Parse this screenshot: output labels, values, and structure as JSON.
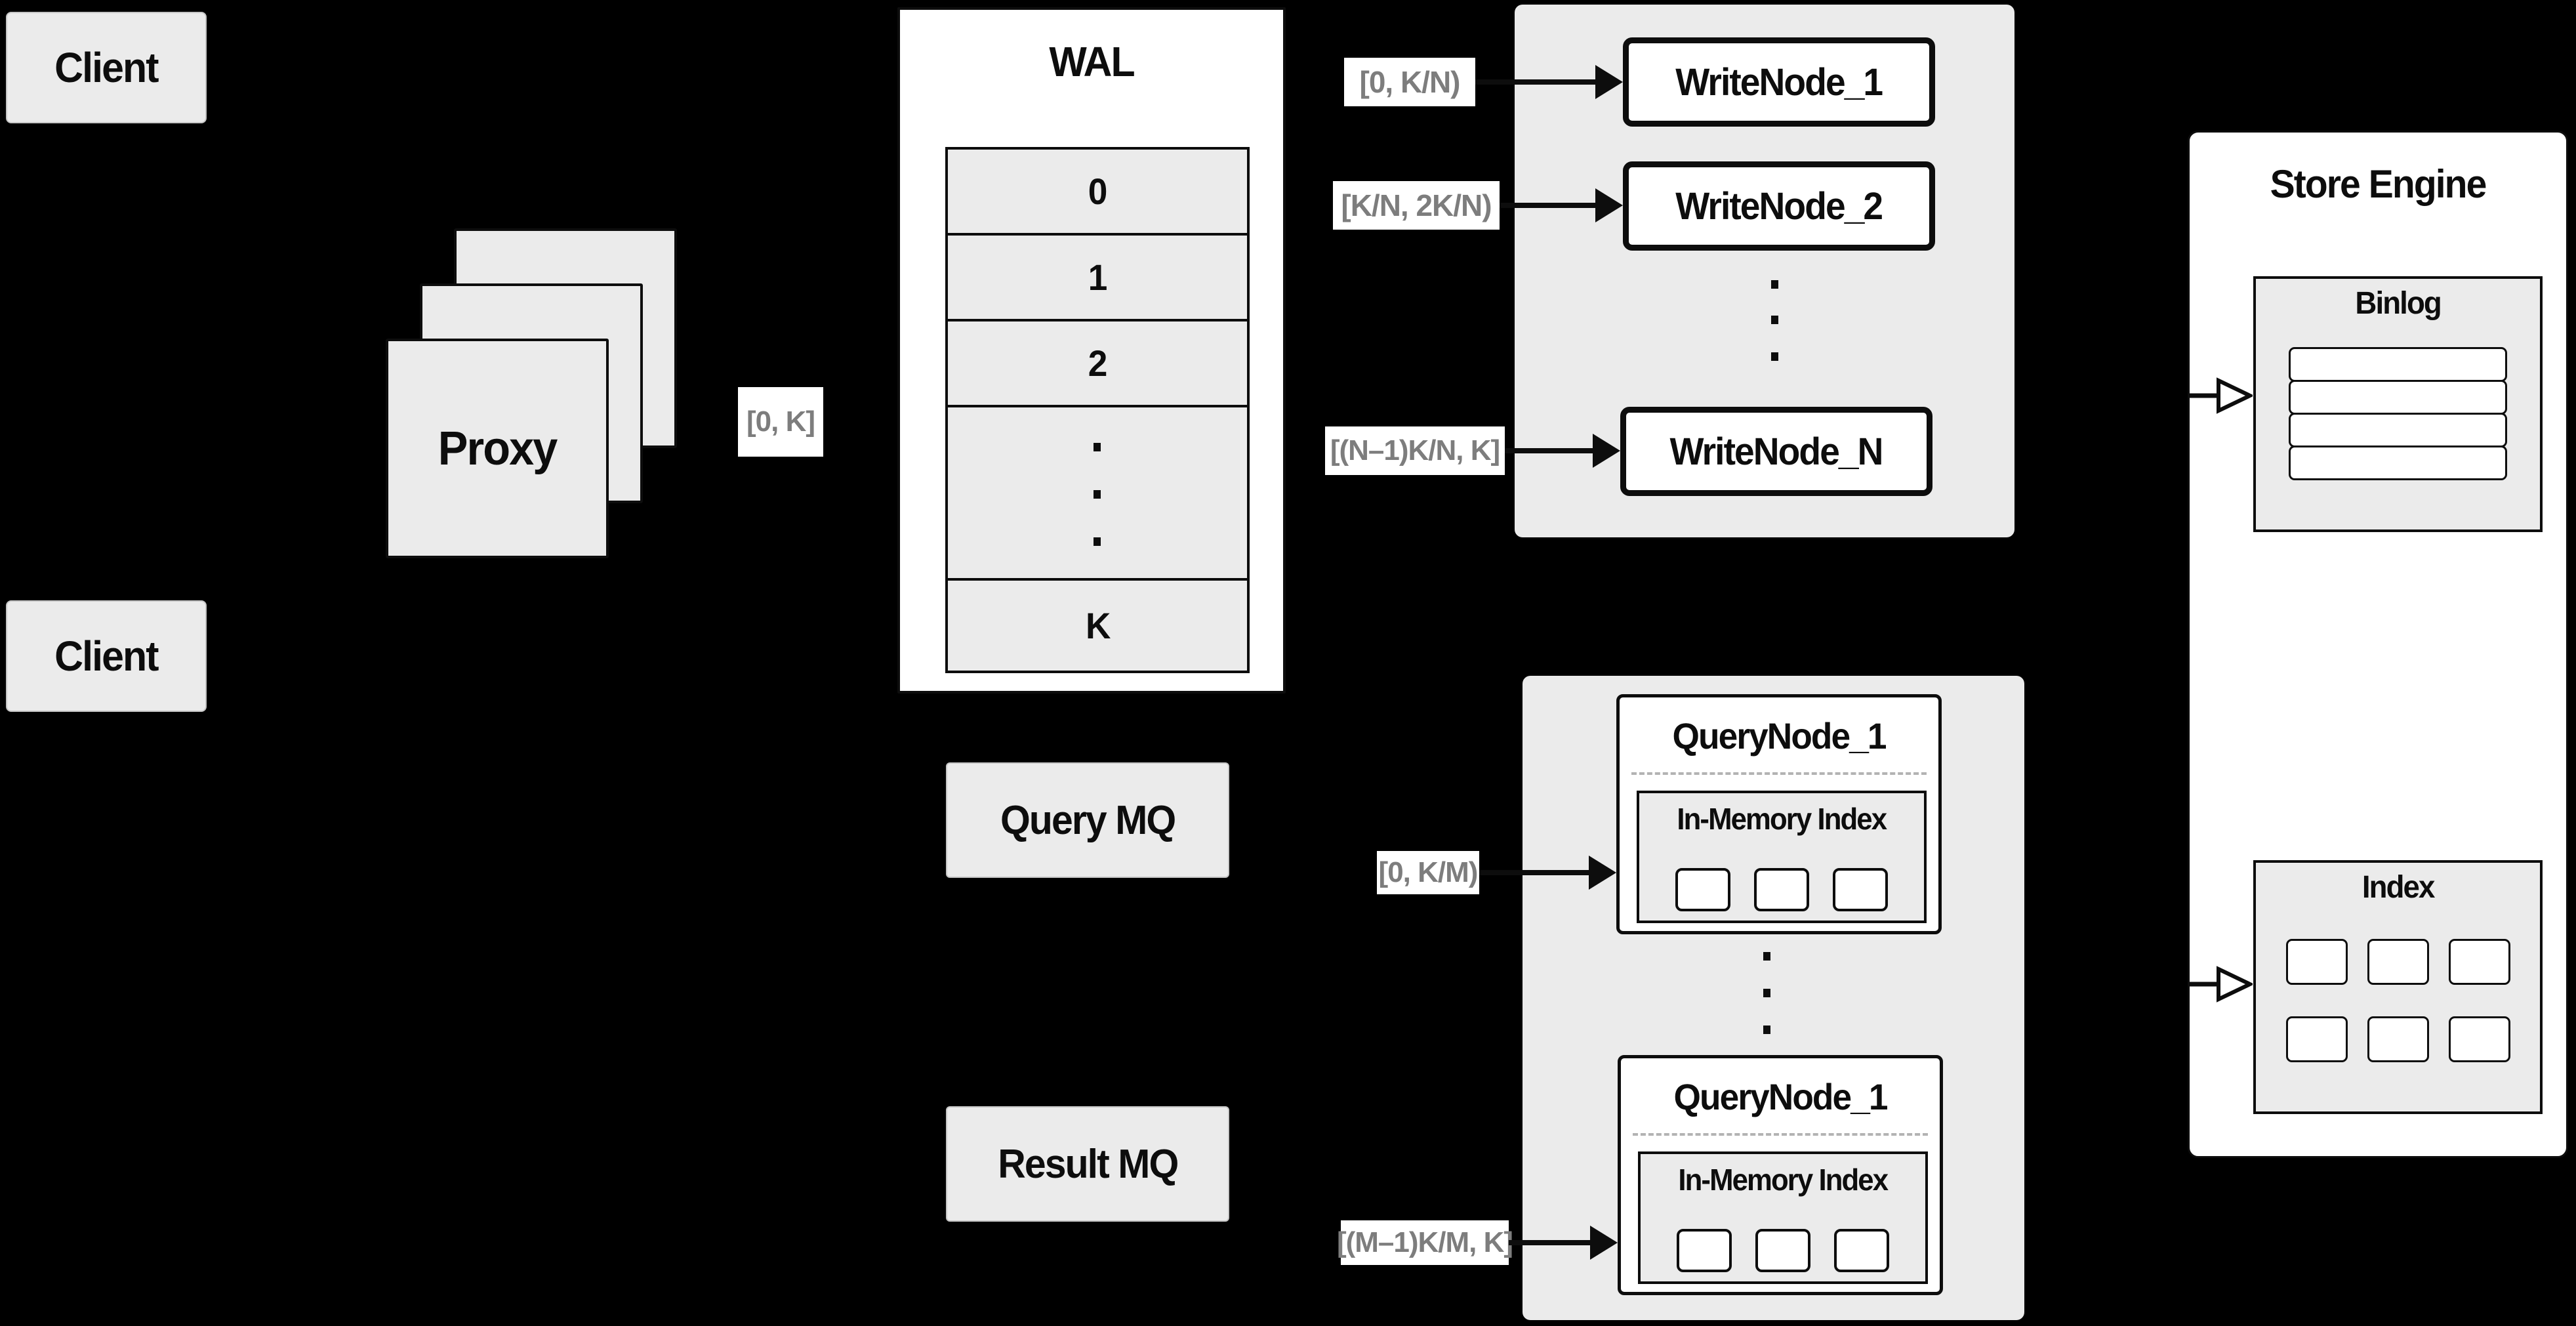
{
  "colors": {
    "background": "#000000",
    "box-gray": "#ebebeb",
    "box-white": "#ffffff",
    "line-black": "#0d0d0d",
    "chip-text": "#7d7d7d",
    "dashed-line": "#b3b3b3",
    "soft-border": "#c6c6c6"
  },
  "clients": {
    "top": "Client",
    "bottom": "Client"
  },
  "proxy": {
    "label": "Proxy",
    "range": "[0, K]"
  },
  "wal": {
    "title": "WAL",
    "rows": [
      "0",
      "1",
      "2"
    ],
    "last_row": "K"
  },
  "write_group": {
    "nodes": [
      "WriteNode_1",
      "WriteNode_2",
      "WriteNode_N"
    ],
    "ranges": [
      "[0, K/N)",
      "[K/N, 2K/N)",
      "[(N–1)K/N, K]"
    ]
  },
  "mq": {
    "query": "Query MQ",
    "result": "Result MQ"
  },
  "query_group": {
    "nodes": [
      {
        "title": "QueryNode_1",
        "inner": "In-Memory Index"
      },
      {
        "title": "QueryNode_1",
        "inner": "In-Memory Index"
      }
    ],
    "ranges": [
      "[0, K/M)",
      "[(M–1)K/M, K]"
    ]
  },
  "store_engine": {
    "title": "Store Engine",
    "binlog": "Binlog",
    "index": "Index"
  }
}
